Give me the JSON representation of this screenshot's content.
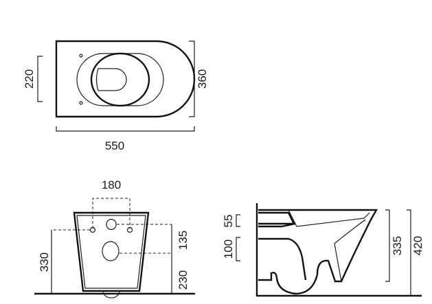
{
  "top_view": {
    "width_label": "550",
    "depth_label": "360",
    "hole_spacing_label": "220"
  },
  "front_view": {
    "fixing_spacing_label": "180",
    "fixing_height_label": "330",
    "inlet_offset_label": "135",
    "outlet_height_label": "230"
  },
  "side_view": {
    "inlet_label": "55",
    "outlet_label": "100",
    "bowl_height_label": "335",
    "total_height_label": "420"
  },
  "colors": {
    "line": "#1a1a1a",
    "background": "#ffffff"
  }
}
